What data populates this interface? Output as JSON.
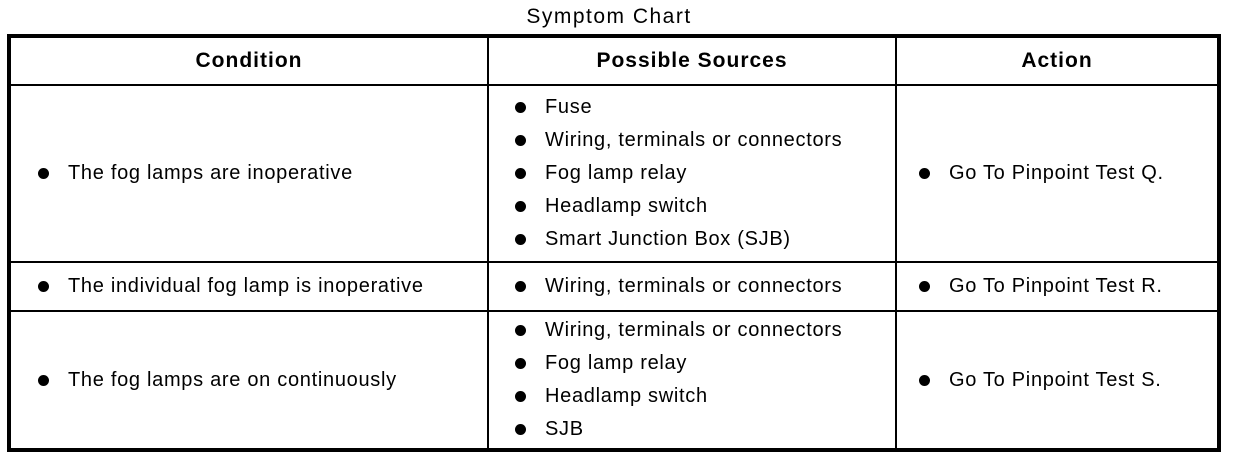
{
  "page": {
    "title": "Symptom Chart"
  },
  "colors": {
    "border": "#000000",
    "text": "#000000",
    "background": "#ffffff"
  },
  "table": {
    "columns": [
      "Condition",
      "Possible Sources",
      "Action"
    ],
    "rows": [
      {
        "condition": "The fog lamps are inoperative",
        "sources": [
          "Fuse",
          "Wiring, terminals or connectors",
          "Fog lamp relay",
          "Headlamp switch",
          "Smart Junction Box (SJB)"
        ],
        "action": "Go To Pinpoint Test Q."
      },
      {
        "condition": "The individual fog lamp is inoperative",
        "sources": [
          "Wiring, terminals or connectors"
        ],
        "action": "Go To Pinpoint Test R."
      },
      {
        "condition": "The fog lamps are on continuously",
        "sources": [
          "Wiring, terminals or connectors",
          "Fog lamp relay",
          "Headlamp switch",
          "SJB"
        ],
        "action": "Go To Pinpoint Test S."
      }
    ]
  }
}
